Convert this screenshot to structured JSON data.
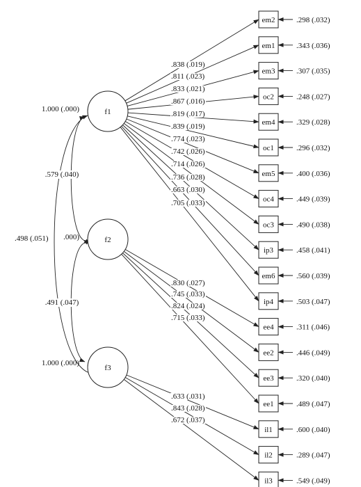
{
  "factors": [
    {
      "id": "f1",
      "label": "f1",
      "variance": "1.000 (.000)"
    },
    {
      "id": "f2",
      "label": "f2",
      "variance": ".000)"
    },
    {
      "id": "f3",
      "label": "f3",
      "variance": "1.000 (.000)"
    }
  ],
  "correlations": [
    {
      "id": "f1-f2",
      "label": ".579 (.040)"
    },
    {
      "id": "f1-f3",
      "label": ".498 (.051)"
    },
    {
      "id": "f2-f3",
      "label": ".491 (.047)"
    }
  ],
  "indicators": [
    {
      "label": "em2",
      "factor": "f1",
      "loading": ".838 (.019)",
      "error": ".298 (.032)"
    },
    {
      "label": "em1",
      "factor": "f1",
      "loading": ".811 (.023)",
      "error": ".343 (.036)"
    },
    {
      "label": "em3",
      "factor": "f1",
      "loading": ".833 (.021)",
      "error": ".307 (.035)"
    },
    {
      "label": "oc2",
      "factor": "f1",
      "loading": ".867 (.016)",
      "error": ".248 (.027)"
    },
    {
      "label": "em4",
      "factor": "f1",
      "loading": ".819 (.017)",
      "error": ".329 (.028)"
    },
    {
      "label": "oc1",
      "factor": "f1",
      "loading": ".839 (.019)",
      "error": ".296 (.032)"
    },
    {
      "label": "em5",
      "factor": "f1",
      "loading": ".774 (.023)",
      "error": ".400 (.036)"
    },
    {
      "label": "oc4",
      "factor": "f1",
      "loading": ".742 (.026)",
      "error": ".449 (.039)"
    },
    {
      "label": "oc3",
      "factor": "f1",
      "loading": ".714 (.026)",
      "error": ".490 (.038)"
    },
    {
      "label": "ip3",
      "factor": "f1",
      "loading": ".736 (.028)",
      "error": ".458 (.041)"
    },
    {
      "label": "em6",
      "factor": "f1",
      "loading": ".663 (.030)",
      "error": ".560 (.039)"
    },
    {
      "label": "ip4",
      "factor": "f1",
      "loading": ".705 (.033)",
      "error": ".503 (.047)"
    },
    {
      "label": "ee4",
      "factor": "f2",
      "loading": ".830 (.027)",
      "error": ".311 (.046)"
    },
    {
      "label": "ee2",
      "factor": "f2",
      "loading": ".745 (.033)",
      "error": ".446 (.049)"
    },
    {
      "label": "ee3",
      "factor": "f2",
      "loading": ".824 (.024)",
      "error": ".320 (.040)"
    },
    {
      "label": "ee1",
      "factor": "f2",
      "loading": ".715 (.033)",
      "error": ".489 (.047)"
    },
    {
      "label": "il1",
      "factor": "f3",
      "loading": ".633 (.031)",
      "error": ".600 (.040)"
    },
    {
      "label": "il2",
      "factor": "f3",
      "loading": ".843 (.028)",
      "error": ".289 (.047)"
    },
    {
      "label": "il3",
      "factor": "f3",
      "loading": ".672 (.037)",
      "error": ".549 (.049)"
    }
  ]
}
